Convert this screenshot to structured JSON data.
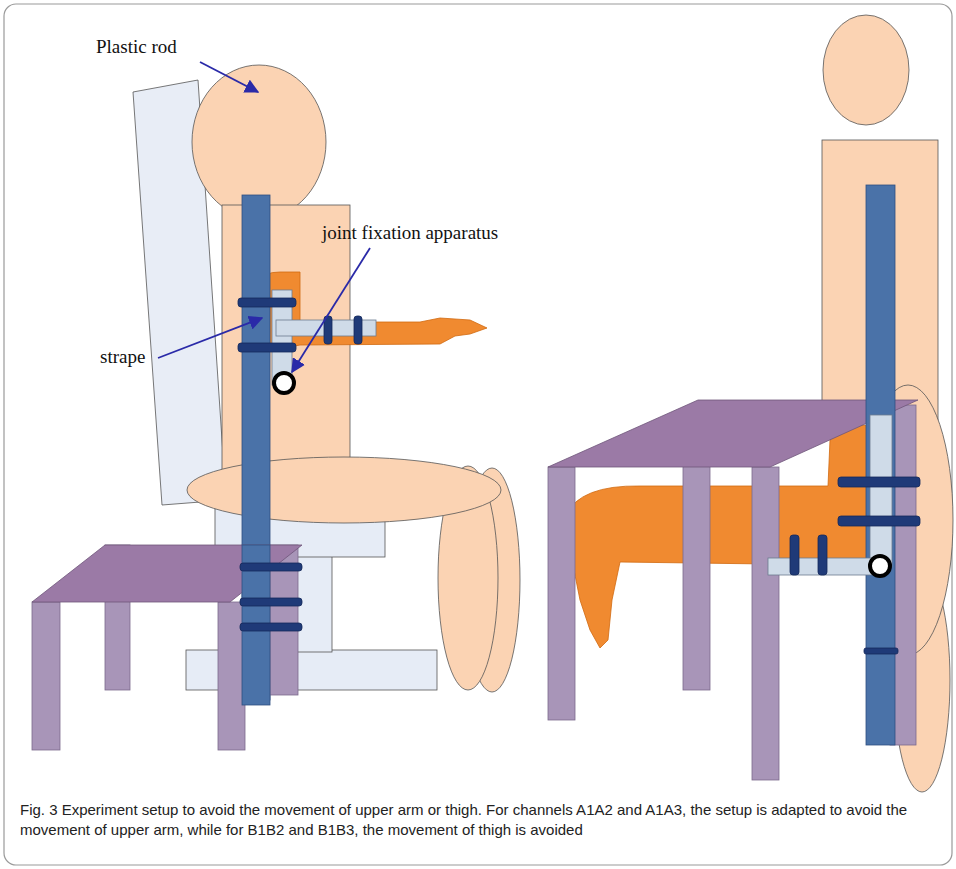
{
  "diagram": {
    "caption": "Fig. 3 Experiment setup to avoid the movement of upper arm or thigh. For channels A1A2 and A1A3, the setup is adapted to avoid the movement of upper arm, while for B1B2 and B1B3, the movement of thigh is avoided",
    "labels": [
      "Plastic rod",
      "joint fixation apparatus",
      "strape"
    ]
  }
}
